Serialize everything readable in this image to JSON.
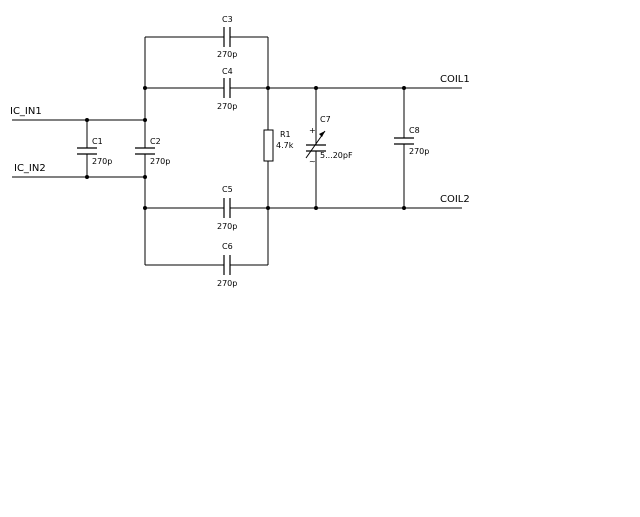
{
  "nets": {
    "ic_in1": "IC_IN1",
    "ic_in2": "IC_IN2",
    "coil1": "COIL1",
    "coil2": "COIL2"
  },
  "components": {
    "c1": {
      "ref": "C1",
      "value": "270p"
    },
    "c2": {
      "ref": "C2",
      "value": "270p"
    },
    "c3": {
      "ref": "C3",
      "value": "270p"
    },
    "c4": {
      "ref": "C4",
      "value": "270p"
    },
    "c5": {
      "ref": "C5",
      "value": "270p"
    },
    "c6": {
      "ref": "C6",
      "value": "270p"
    },
    "c7": {
      "ref": "C7",
      "value": "5...20pF"
    },
    "c8": {
      "ref": "C8",
      "value": "270p"
    },
    "r1": {
      "ref": "R1",
      "value": "4.7k"
    }
  }
}
